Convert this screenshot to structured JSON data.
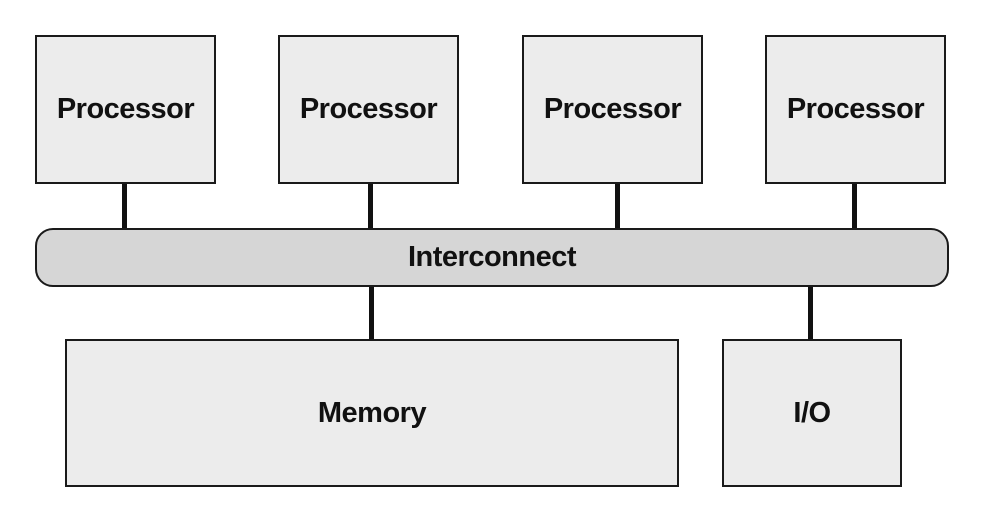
{
  "colors": {
    "box_fill": "#ececec",
    "interconnect_fill": "#d6d6d6",
    "line": "#111111"
  },
  "processors": [
    {
      "label": "Processor"
    },
    {
      "label": "Processor"
    },
    {
      "label": "Processor"
    },
    {
      "label": "Processor"
    }
  ],
  "interconnect": {
    "label": "Interconnect"
  },
  "memory": {
    "label": "Memory"
  },
  "io": {
    "label": "I/O"
  }
}
